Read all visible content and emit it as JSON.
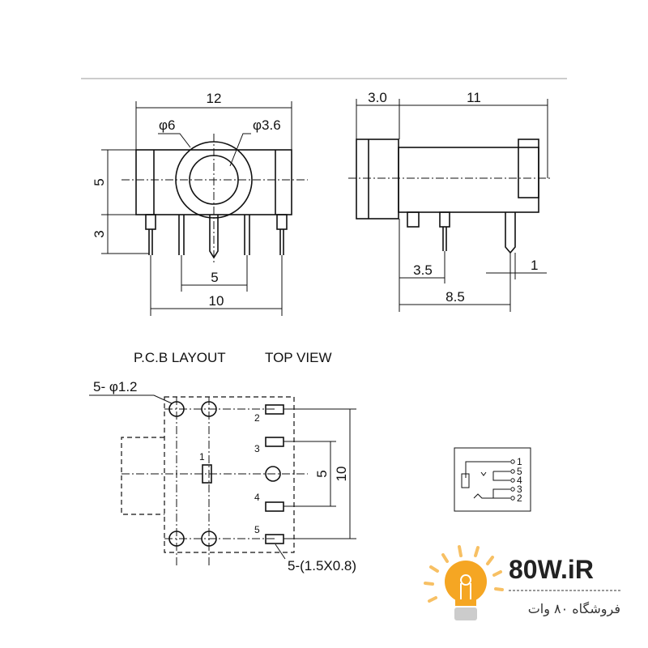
{
  "front_view": {
    "width": "12",
    "hole_outer": "φ6",
    "hole_inner": "φ3.6",
    "height_body": "5",
    "height_pin": "3",
    "pin_spacing_inner": "5",
    "pin_spacing_outer": "10"
  },
  "side_view": {
    "front_len": "3.0",
    "body_len": "11",
    "pin_offset": "3.5",
    "pin_far": "8.5",
    "pin_width": "1"
  },
  "pcb": {
    "title": "P.C.B LAYOUT",
    "subtitle": "TOP VIEW",
    "holes": "5- φ1.2",
    "pads": "5-(1.5X0.8)",
    "pin_labels": [
      "1",
      "2",
      "3",
      "4",
      "5"
    ],
    "dim_5": "5",
    "dim_10": "10"
  },
  "schematic": {
    "pins": [
      "1",
      "5",
      "4",
      "3",
      "2"
    ]
  },
  "logo": {
    "brand": "80W.iR",
    "brand_accent": "80",
    "tagline": "فروشگاه ۸۰ وات",
    "accent_color": "#f5a623"
  }
}
